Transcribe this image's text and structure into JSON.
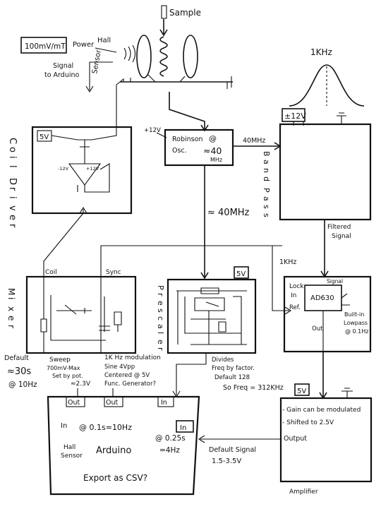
{
  "sample_label": "Sample",
  "sensor": {
    "scale_label": "100mV/mT",
    "power_label": "Power",
    "hall_label": "Hall",
    "sensor_label": "Sensor",
    "signal_line1": "Signal",
    "signal_line2": "to Arduino"
  },
  "coil_driver": {
    "title_letters": [
      "C",
      "o",
      "i",
      "l",
      "D",
      "r",
      "i",
      "v",
      "e",
      "r"
    ],
    "supply": "5V",
    "rail_neg": "-12V",
    "rail_pos": "+12V"
  },
  "oscillator": {
    "supply": "+12V",
    "line1": "Robinson",
    "line2": "Osc.",
    "at": "@",
    "freq": "≈40",
    "unit": "MHz",
    "out_freq": "40MHz",
    "down_freq": "≈ 40MHz"
  },
  "bandpass": {
    "peak_label": "1KHz",
    "supply": "±12V",
    "side_letters": [
      "B",
      "a",
      "n",
      "d",
      "P",
      "a",
      "s",
      "s"
    ],
    "out_line1": "Filtered",
    "out_line2": "Signal"
  },
  "mixer": {
    "title_letters": [
      "M",
      "i",
      "x",
      "e",
      "r"
    ],
    "coil_label": "Coil",
    "sync_label": "Sync",
    "default_label": "Default",
    "default_time": "≈30s",
    "default_rate": "@ 10Hz",
    "sweep_line1": "Sweep",
    "sweep_line2": "700mV-Max",
    "sweep_line3": "Set by pot.",
    "sweep_line4": "≈2.3V",
    "mod_line1": "1K Hz modulation",
    "mod_line2": "Sine 4Vpp",
    "mod_line3": "Centered @ 5V",
    "mod_line4": "Func. Generator?"
  },
  "prescaler": {
    "title_letters": [
      "P",
      "r",
      "e",
      "s",
      "c",
      "a",
      "l",
      "e",
      "r"
    ],
    "supply": "5V",
    "note_line1": "Divides",
    "note_line2": "Freq by factor.",
    "note_line3": "Default 128",
    "note_line4": "So Freq = 312KHz"
  },
  "lockin": {
    "sync_freq": "1KHz",
    "line1": "Lock",
    "line2": "In",
    "chip": "AD630",
    "signal_label": "Signal",
    "ref_label": "Ref.",
    "out_label": "Out",
    "lp_line1": "Built-in",
    "lp_line2": "Lowpass",
    "lp_line3": "@ 0.1Hz"
  },
  "arduino": {
    "out1": "Out",
    "out2": "Out",
    "in_top": "In",
    "in_left": "In",
    "hall_line1": "Hall",
    "hall_line2": "Sensor",
    "rate1": "@ 0.1s=10Hz",
    "name": "Arduino",
    "in_right": "In",
    "rate2_line1": "@ 0.25s",
    "rate2_line2": "=4Hz",
    "export": "Export as CSV?",
    "default_sig_line1": "Default Signal",
    "default_sig_line2": "1.5-3.5V"
  },
  "amplifier": {
    "supply": "5V",
    "note1": "- Gain can be modulated",
    "note2": "- Shifted to 2.5V",
    "output": "Output",
    "title": "Amplifier"
  }
}
